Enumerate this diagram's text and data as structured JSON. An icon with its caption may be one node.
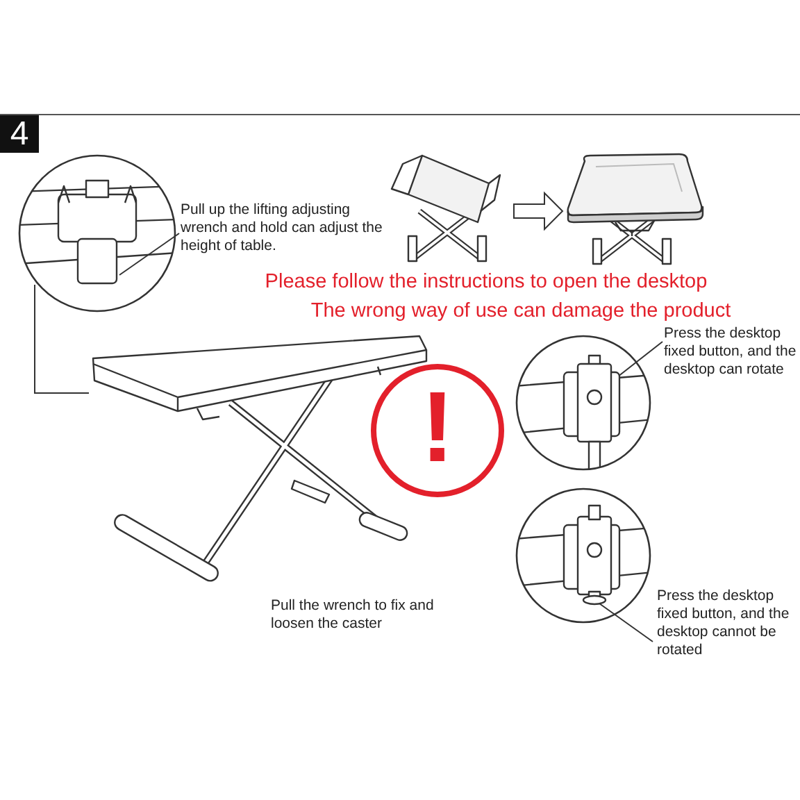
{
  "diagram": {
    "nodes": [
      {
        "text": [],
        "shape": "circle"
      },
      {
        "text": [
          "Pull up the lifting adjusting wrench and hold can adjust the height of table."
        ]
      },
      {
        "text": [],
        "shape": "picture"
      },
      {
        "text": [],
        "shape": "picture"
      },
      {
        "text": [],
        "shape": "picture"
      },
      {
        "text": [
          "!"
        ]
      },
      {
        "text": [],
        "shape": "circle"
      },
      {
        "text": [
          "Press the desktop fixed button, and the desktop can rotate"
        ]
      },
      {
        "text": [],
        "shape": "circle"
      },
      {
        "text": [
          "Press the desktop fixed button, and the desktop cannot be rotated"
        ]
      }
    ],
    "edges": [
      {
        "from": 0,
        "to": 2,
        "arrow": "none"
      },
      {
        "from": 1,
        "to": 0,
        "arrow": "none"
      },
      {
        "from": 3,
        "to": 4,
        "arrow": "to"
      },
      {
        "from": 7,
        "to": 6,
        "arrow": "none"
      },
      {
        "from": 9,
        "to": 8,
        "arrow": "none"
      }
    ],
    "labels": [
      "4",
      "Please follow the instructions to open the desktop",
      "The wrong way of use can damage the product",
      "Pull the wrench to fix and loosen the caster"
    ]
  }
}
